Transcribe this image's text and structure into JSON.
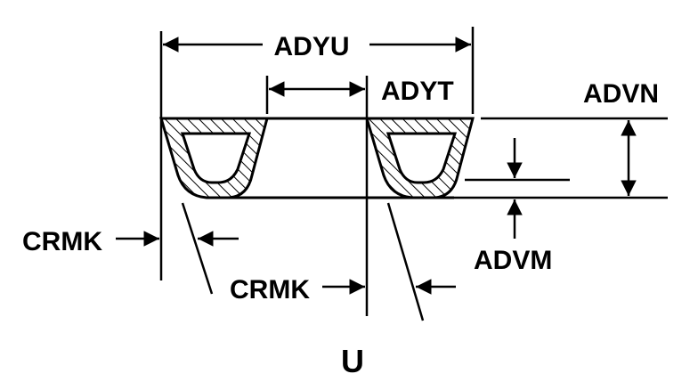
{
  "diagram": {
    "labels": {
      "adyu": "ADYU",
      "adyt": "ADYT",
      "advn": "ADVN",
      "advm": "ADVM",
      "crmk_left": "CRMK",
      "crmk_center": "CRMK",
      "view": "U"
    }
  }
}
